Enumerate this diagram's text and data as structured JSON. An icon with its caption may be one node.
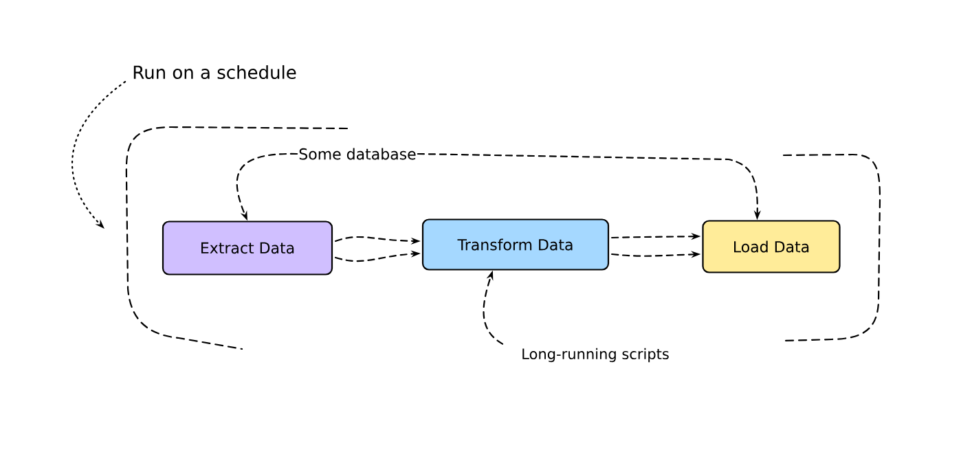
{
  "diagram": {
    "nodes": [
      {
        "text": [
          "Run on a schedule"
        ]
      },
      {
        "text": [
          "Some database"
        ]
      },
      {
        "text": [
          "Extract Data"
        ]
      },
      {
        "text": [
          "Transform Data"
        ]
      },
      {
        "text": [
          "Load Data"
        ]
      },
      {
        "text": [
          "Long-running scripts"
        ]
      }
    ],
    "edges": [
      {
        "from": 0,
        "to": null,
        "arrow": "to"
      },
      {
        "from": 1,
        "to": 2,
        "arrow": "to",
        "style": "dashed"
      },
      {
        "from": 1,
        "to": 4,
        "arrow": "to",
        "style": "dashed"
      },
      {
        "from": 2,
        "to": 3,
        "arrow": "to",
        "style": "dashed"
      },
      {
        "from": 2,
        "to": 3,
        "arrow": "to",
        "style": "dashed"
      },
      {
        "from": 3,
        "to": 4,
        "arrow": "to",
        "style": "dashed"
      },
      {
        "from": 3,
        "to": 4,
        "arrow": "to",
        "style": "dashed"
      },
      {
        "from": 5,
        "to": 3,
        "arrow": "to",
        "style": "dashed"
      }
    ]
  }
}
